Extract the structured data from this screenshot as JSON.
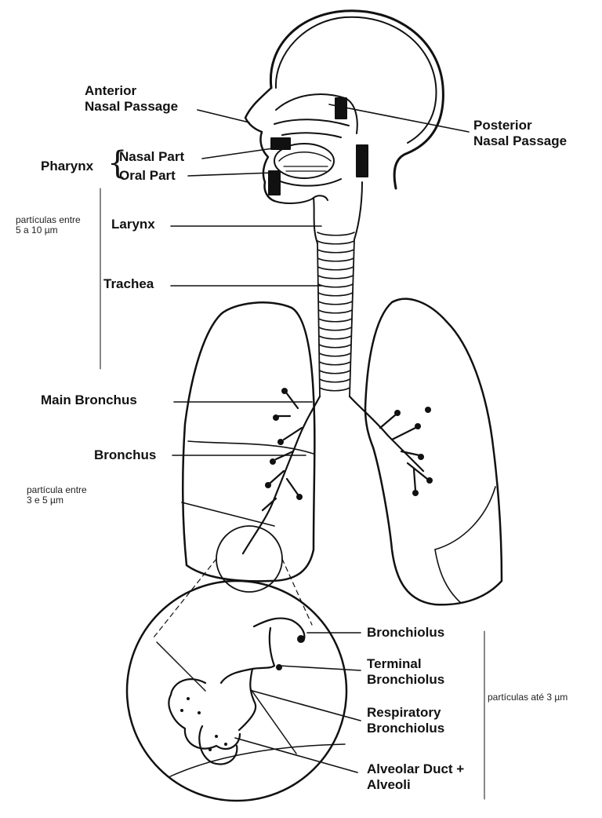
{
  "labels": {
    "anterior_nasal_passage": [
      "Anterior",
      "Nasal Passage"
    ],
    "posterior_nasal_passage": [
      "Posterior",
      "Nasal Passage"
    ],
    "pharynx": "Pharynx",
    "pharynx_brace": "{",
    "nasal_part": "Nasal Part",
    "oral_part": "Oral Part",
    "larynx": "Larynx",
    "trachea": "Trachea",
    "main_bronchus": "Main Bronchus",
    "bronchus": "Bronchus",
    "bronchiolus": "Bronchiolus",
    "terminal_bronchiolus": [
      "Terminal",
      "Bronchiolus"
    ],
    "respiratory_bronchiolus": [
      "Respiratory",
      "Bronchiolus"
    ],
    "alveolar_duct_alveoli": [
      "Alveolar Duct +",
      "Alveoli"
    ]
  },
  "notes": {
    "upper": [
      "partículas entre",
      "5 a 10  µm"
    ],
    "middle": [
      "partícula entre",
      "3 e 5  µm"
    ],
    "lower": "partículas até 3  µm"
  },
  "colors": {
    "ink": "#111111",
    "background": "#ffffff"
  }
}
